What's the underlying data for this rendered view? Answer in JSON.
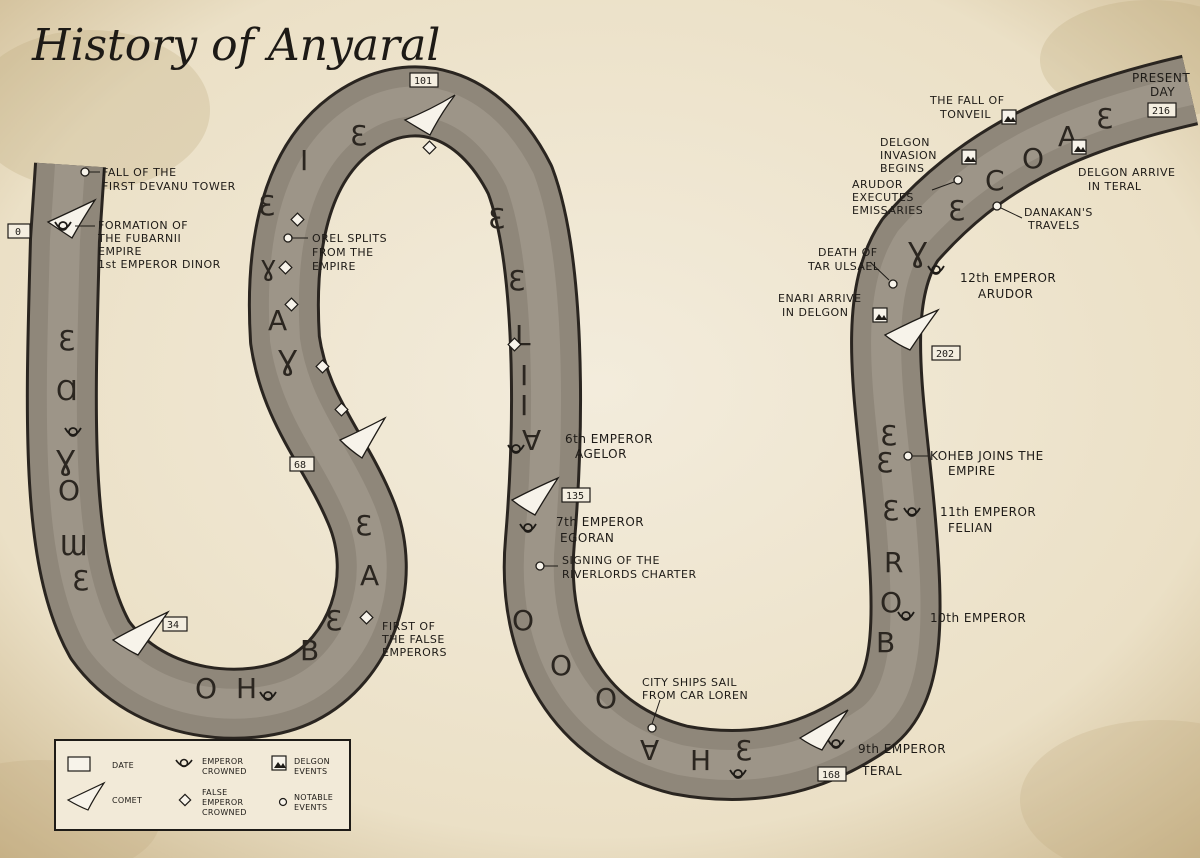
{
  "title": "History of Anyaral",
  "dates": [
    "0",
    "34",
    "68",
    "101",
    "135",
    "168",
    "202",
    "216"
  ],
  "present_day": [
    "PRESENT",
    "DAY"
  ],
  "events": {
    "fall_tower": [
      "FALL OF THE",
      "FIRST DEVANU TOWER"
    ],
    "formation": [
      "FORMATION OF",
      "THE FUBARNII",
      "EMPIRE",
      "1st EMPEROR DINOR"
    ],
    "orel": [
      "OREL SPLITS",
      "FROM THE",
      "EMPIRE"
    ],
    "false_emperors": [
      "FIRST OF",
      "THE FALSE",
      "EMPERORS"
    ],
    "agelor": [
      "6th EMPEROR",
      "AGELOR"
    ],
    "egoran": [
      "7th EMPEROR",
      "EGORAN"
    ],
    "charter": [
      "SIGNING OF THE",
      "RIVERLORDS CHARTER"
    ],
    "city_ships": [
      "CITY SHIPS SAIL",
      "FROM CAR LOREN"
    ],
    "teral": [
      "9th EMPEROR",
      "TERAL"
    ],
    "tenth": [
      "10th EMPEROR"
    ],
    "felian": [
      "11th EMPEROR",
      "FELIAN"
    ],
    "koheb": [
      "KOHEB JOINS THE",
      "EMPIRE"
    ],
    "enari": [
      "ENARI ARRIVE",
      "IN DELGON"
    ],
    "tar_ulsael": [
      "DEATH OF",
      "TAR ULSAEL"
    ],
    "arudor": [
      "12th EMPEROR",
      "ARUDOR"
    ],
    "arudor_exec": [
      "ARUDOR",
      "EXECUTES",
      "EMISSARIES"
    ],
    "delgon_invasion": [
      "DELGON",
      "INVASION",
      "BEGINS"
    ],
    "tonveil": [
      "THE FALL OF",
      "TONVEIL"
    ],
    "danakan": [
      "DANAKAN'S",
      "TRAVELS"
    ],
    "delgon_teral": [
      "DELGON ARRIVE",
      "IN TERAL"
    ]
  },
  "legend": {
    "date": "DATE",
    "emperor": [
      "EMPEROR",
      "CROWNED"
    ],
    "delgon": [
      "DELGON",
      "EVENTS"
    ],
    "comet": "COMET",
    "false_emperor": [
      "FALSE",
      "EMPEROR",
      "CROWNED"
    ],
    "notable": [
      "NOTABLE",
      "EVENTS"
    ]
  },
  "glyphs": {
    "s1": [
      "Ɛ",
      "Ɑ",
      "Ɣ",
      "O",
      "Ɯ",
      "Ɛ"
    ],
    "s2": [
      "O",
      "H",
      "B",
      "Ɛ",
      "A",
      "Ɛ"
    ],
    "s3": [
      "Ɛ",
      "I",
      "Ɛ",
      "ɣ",
      "A",
      "Ɣ"
    ],
    "s4": [
      "Ɛ",
      "Ɛ",
      "L",
      "I",
      "I",
      "Ɐ"
    ],
    "s5": [
      "O",
      "O",
      "O",
      "Ɐ",
      "H",
      "Ɛ"
    ],
    "s6": [
      "B",
      "O",
      "R",
      "Ɛ",
      "Ɛ",
      "Ɛ"
    ],
    "s7": [
      "Ɣ",
      "Ɛ",
      "C",
      "O",
      "A",
      "Ɛ"
    ]
  },
  "colors": {
    "paper": "#efe6d2",
    "river": "#8f877a",
    "ink": "#1e1b17"
  }
}
